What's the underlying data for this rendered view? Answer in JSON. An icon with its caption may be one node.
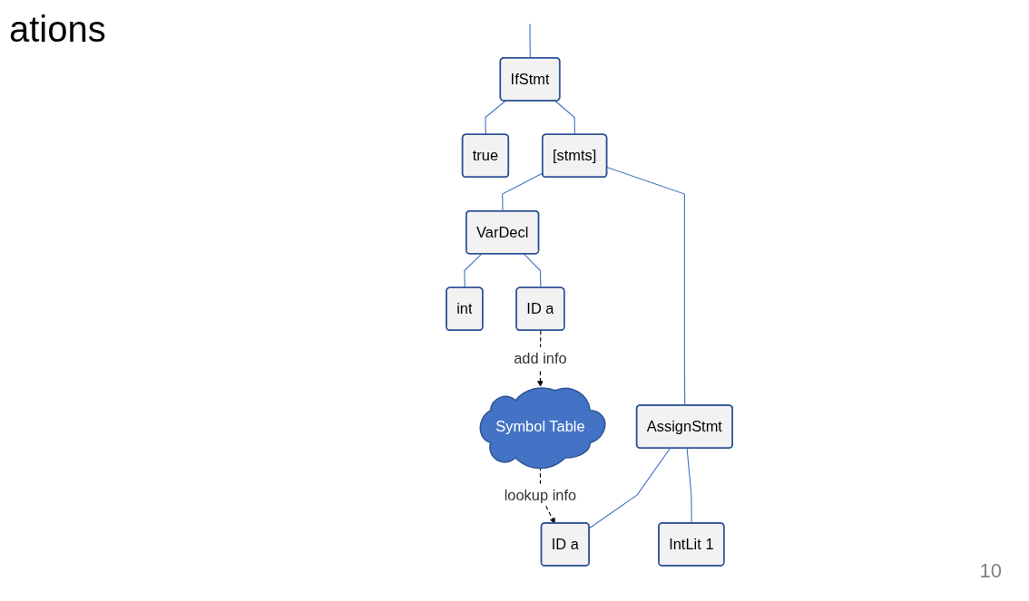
{
  "diagram": {
    "title": "ations",
    "nodes": [
      {
        "text": [
          "IfStmt"
        ]
      },
      {
        "text": [
          "true"
        ]
      },
      {
        "text": [
          "[stmts]"
        ]
      },
      {
        "text": [
          "Symbol Table"
        ]
      },
      {
        "text": [
          "VarDecl"
        ]
      },
      {
        "text": [
          "AssignStmt"
        ]
      },
      {
        "text": [
          "int"
        ]
      },
      {
        "text": [
          "ID a"
        ]
      },
      {
        "text": [
          "ID a"
        ]
      },
      {
        "text": [
          "IntLit 1"
        ]
      }
    ],
    "edges": [
      {
        "from": null,
        "to": 0,
        "arrow": "none"
      },
      {
        "from": 0,
        "to": 1,
        "arrow": "none"
      },
      {
        "from": 0,
        "to": 2,
        "arrow": "none"
      },
      {
        "from": 2,
        "to": 4,
        "arrow": "none"
      },
      {
        "from": 2,
        "to": 5,
        "arrow": "none"
      },
      {
        "from": 4,
        "to": 6,
        "arrow": "none"
      },
      {
        "from": 4,
        "to": 7,
        "arrow": "none"
      },
      {
        "from": 5,
        "to": 8,
        "arrow": "none"
      },
      {
        "from": 5,
        "to": 9,
        "arrow": "none"
      },
      {
        "from": 7,
        "to": 3,
        "arrow": "to",
        "label": "add info",
        "style": "dashed",
        "color": "#000000"
      },
      {
        "from": 3,
        "to": 8,
        "arrow": "to",
        "label": "lookup info",
        "style": "dashed",
        "color": "#000000"
      }
    ],
    "labels": [
      "10"
    ]
  }
}
